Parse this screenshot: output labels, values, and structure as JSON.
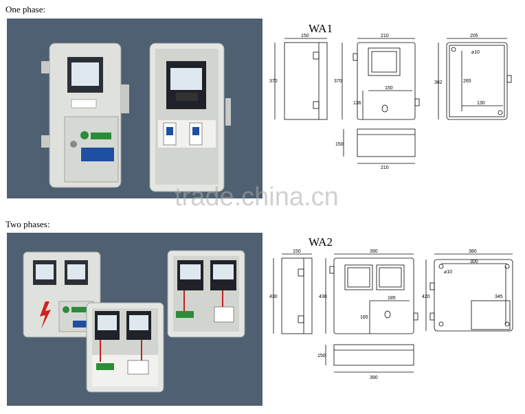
{
  "sections": [
    {
      "heading": "One phase:",
      "model": "WA1",
      "dims": {
        "side_width": "150",
        "side_height": "370",
        "front_width": "210",
        "front_height": "370",
        "window_width": "150",
        "window_offset": "136",
        "bottom_depth": "150",
        "bottom_width": "210",
        "back_width": "205",
        "back_height": "362",
        "hole": "⌀10",
        "back_inner_height": "265",
        "back_inner_width": "130"
      }
    },
    {
      "heading": "Two phases:",
      "model": "WA2",
      "dims": {
        "side_width": "150",
        "side_height": "430",
        "front_width": "390",
        "front_height": "430",
        "window_width": "185",
        "window_offset": "165",
        "bottom_depth": "150",
        "bottom_width": "390",
        "back_width": "380",
        "back_height": "420",
        "hole": "⌀10",
        "back_inner_width": "300",
        "back_inner_height": "345"
      }
    }
  ],
  "watermark": "trade.china.cn",
  "colors": {
    "photo_bg": "#4e6072",
    "box": "#e2e4e0",
    "meter": "#2a2d33"
  }
}
